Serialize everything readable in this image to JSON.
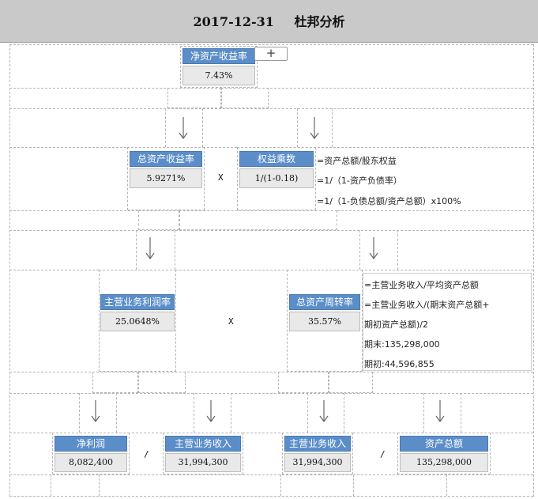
{
  "header": {
    "date": "2017-12-31",
    "title": "杜邦分析"
  },
  "toolbar": {
    "add_label": "+"
  },
  "roe": {
    "label": "净资产收益率",
    "value": "7.43%"
  },
  "roa": {
    "label": "总资产收益率",
    "value": "5.9271%"
  },
  "multiplier": {
    "label": "权益乘数",
    "value": "1/(1-0.18)",
    "notes": [
      "=资产总额/股东权益",
      "=1/（1-资产负债率）",
      "=1/（1-负债总额/资产总额）x100%"
    ]
  },
  "margin": {
    "label": "主营业务利润率",
    "value": "25.0648%"
  },
  "turnover": {
    "label": "总资产周转率",
    "value": "35.57%",
    "notes": [
      "=主营业务收入/平均资产总额",
      "=主营业务收入/(期末资产总额+",
      "期初资产总额)/2",
      "期末:135,298,000",
      "期初:44,596,855"
    ]
  },
  "net_profit": {
    "label": "净利润",
    "value": "8,082,400"
  },
  "revenue_left": {
    "label": "主营业务收入",
    "value": "31,994,300"
  },
  "revenue_right": {
    "label": "主营业务收入",
    "value": "31,994,300"
  },
  "total_assets": {
    "label": "资产总额",
    "value": "135,298,000"
  },
  "operators": {
    "times_top": "X",
    "times_mid": "X",
    "divide_left": "/",
    "divide_right": "/"
  }
}
